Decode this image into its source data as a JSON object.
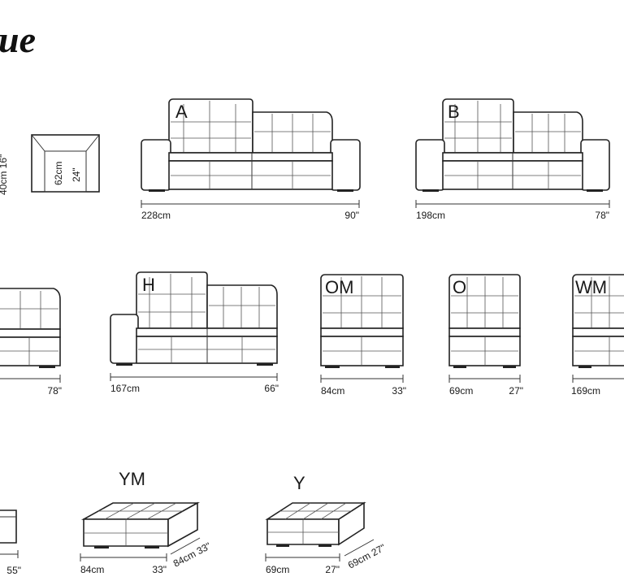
{
  "brand": {
    "partial_text": "ue"
  },
  "armrest_panel": {
    "height_cm": "62cm",
    "height_in": "24\"",
    "side_label": "40cm 16\""
  },
  "pieces": {
    "A": {
      "code": "A",
      "width_cm": "228cm",
      "width_in": "90\""
    },
    "B": {
      "code": "B",
      "width_cm": "198cm",
      "width_in": "78\""
    },
    "partial_left": {
      "width_in": "78\""
    },
    "H": {
      "code": "H",
      "width_cm": "167cm",
      "width_in": "66\""
    },
    "OM": {
      "code": "OM",
      "width_cm": "84cm",
      "width_in": "33\""
    },
    "O": {
      "code": "O",
      "width_cm": "69cm",
      "width_in": "27\""
    },
    "WM": {
      "code": "WM",
      "width_cm": "169cm"
    },
    "partial_ottoman": {
      "width_in": "55\""
    },
    "YM": {
      "code": "YM",
      "width_cm": "84cm",
      "width_in": "33\"",
      "depth_label": "84cm 33\""
    },
    "Y": {
      "code": "Y",
      "width_cm": "69cm",
      "width_in": "27\"",
      "depth_label": "69cm 27\""
    }
  }
}
